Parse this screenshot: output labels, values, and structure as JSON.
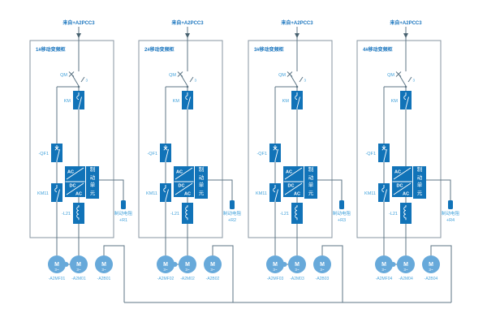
{
  "symbols": {
    "pole_count": "3",
    "ac": "AC",
    "dc": "DC",
    "motor": "M",
    "motor_phase": "3~"
  },
  "colors": {
    "device_blue": "#1173b8",
    "label_blue": "#3fa0da",
    "header_blue": "#1b76bf",
    "motor_blue": "#67a9da",
    "wire_gray": "#5d7585"
  },
  "cabinets": [
    {
      "source_label": "来自+A2PCC3",
      "title": "1#移动变频柜",
      "disconnect_tag": "QM",
      "main_contactor_tag": "KM",
      "breaker_tag": "-QF1",
      "bypass_contactor_tag": "KM11",
      "reactor_tag": "-L21",
      "braking_unit_label": "制动单元",
      "braking_resistor_label": "制动电阻",
      "braking_resistor_tag": "+R1",
      "motor_tags": [
        "-A2MF01",
        "-A2M01",
        "-A2B01"
      ]
    },
    {
      "source_label": "来自+A2PCC3",
      "title": "2#移动变频柜",
      "disconnect_tag": "QM",
      "main_contactor_tag": "KM",
      "breaker_tag": "-QF1",
      "bypass_contactor_tag": "KM11",
      "reactor_tag": "-L21",
      "braking_unit_label": "制动单元",
      "braking_resistor_label": "制动电阻",
      "braking_resistor_tag": "+R2",
      "motor_tags": [
        "-A2MF02",
        "-A2M02",
        "-A2B02"
      ]
    },
    {
      "source_label": "来自+A2PCC3",
      "title": "3#移动变频柜",
      "disconnect_tag": "QM",
      "main_contactor_tag": "KM",
      "breaker_tag": "-QF1",
      "bypass_contactor_tag": "KM11",
      "reactor_tag": "-L21",
      "braking_unit_label": "制动单元",
      "braking_resistor_label": "制动电阻",
      "braking_resistor_tag": "+R3",
      "motor_tags": [
        "-A2MF03",
        "-A2M03",
        "-A2B03"
      ]
    },
    {
      "source_label": "来自+A2PCC3",
      "title": "4#移动变频柜",
      "disconnect_tag": "QM",
      "main_contactor_tag": "KM",
      "breaker_tag": "-QF1",
      "bypass_contactor_tag": "KM11",
      "reactor_tag": "-L21",
      "braking_unit_label": "制动单元",
      "braking_resistor_label": "制动电阻",
      "braking_resistor_tag": "+R4",
      "motor_tags": [
        "-A2MF04",
        "-A2M04",
        "-A2B04"
      ]
    }
  ]
}
